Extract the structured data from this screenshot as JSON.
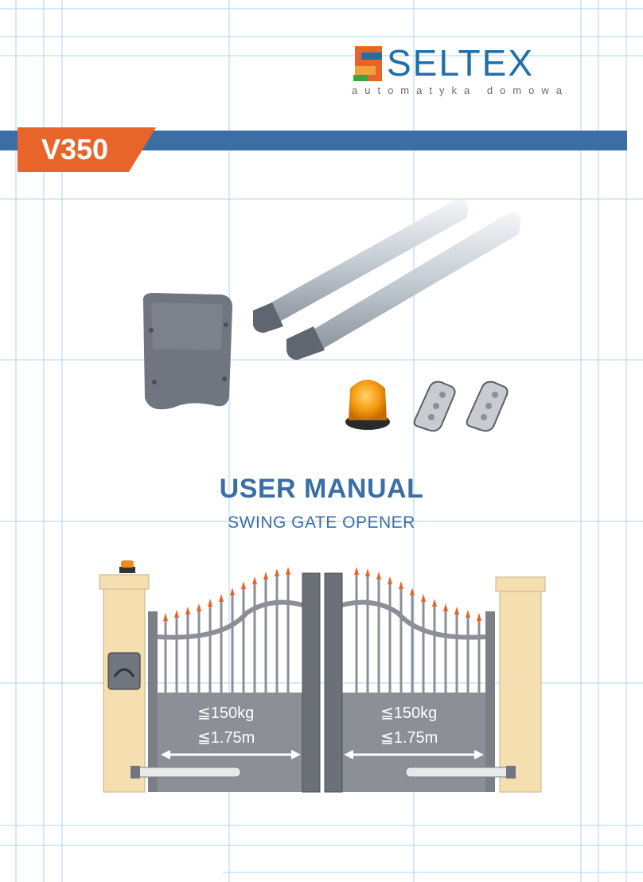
{
  "brand": {
    "name": "SELTEX",
    "tagline": "automatyka domowa"
  },
  "header": {
    "model": "V350"
  },
  "cover": {
    "title": "USER MANUAL",
    "subtitle": "SWING GATE OPENER"
  },
  "illustration": {
    "left_leaf": {
      "max_weight": "≦150kg",
      "max_length": "≦1.75m"
    },
    "right_leaf": {
      "max_weight": "≦150kg",
      "max_length": "≦1.75m"
    }
  },
  "colors": {
    "accent_blue": "#3a6ea5",
    "accent_orange": "#e8652a",
    "pillar": "#f5deb0",
    "gate_gray": "#8c8f96",
    "guide_lines": "#a9d4f0"
  }
}
